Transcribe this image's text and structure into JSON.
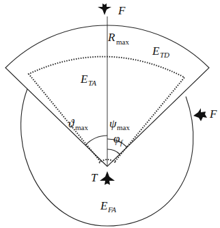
{
  "diagram": {
    "labels": [
      "F",
      "R",
      "max",
      "E",
      "TD",
      "E",
      "TA",
      "ϑ",
      "max",
      "ψ",
      "max",
      "φ",
      "f",
      "T",
      "F",
      "E",
      "FA"
    ]
  }
}
